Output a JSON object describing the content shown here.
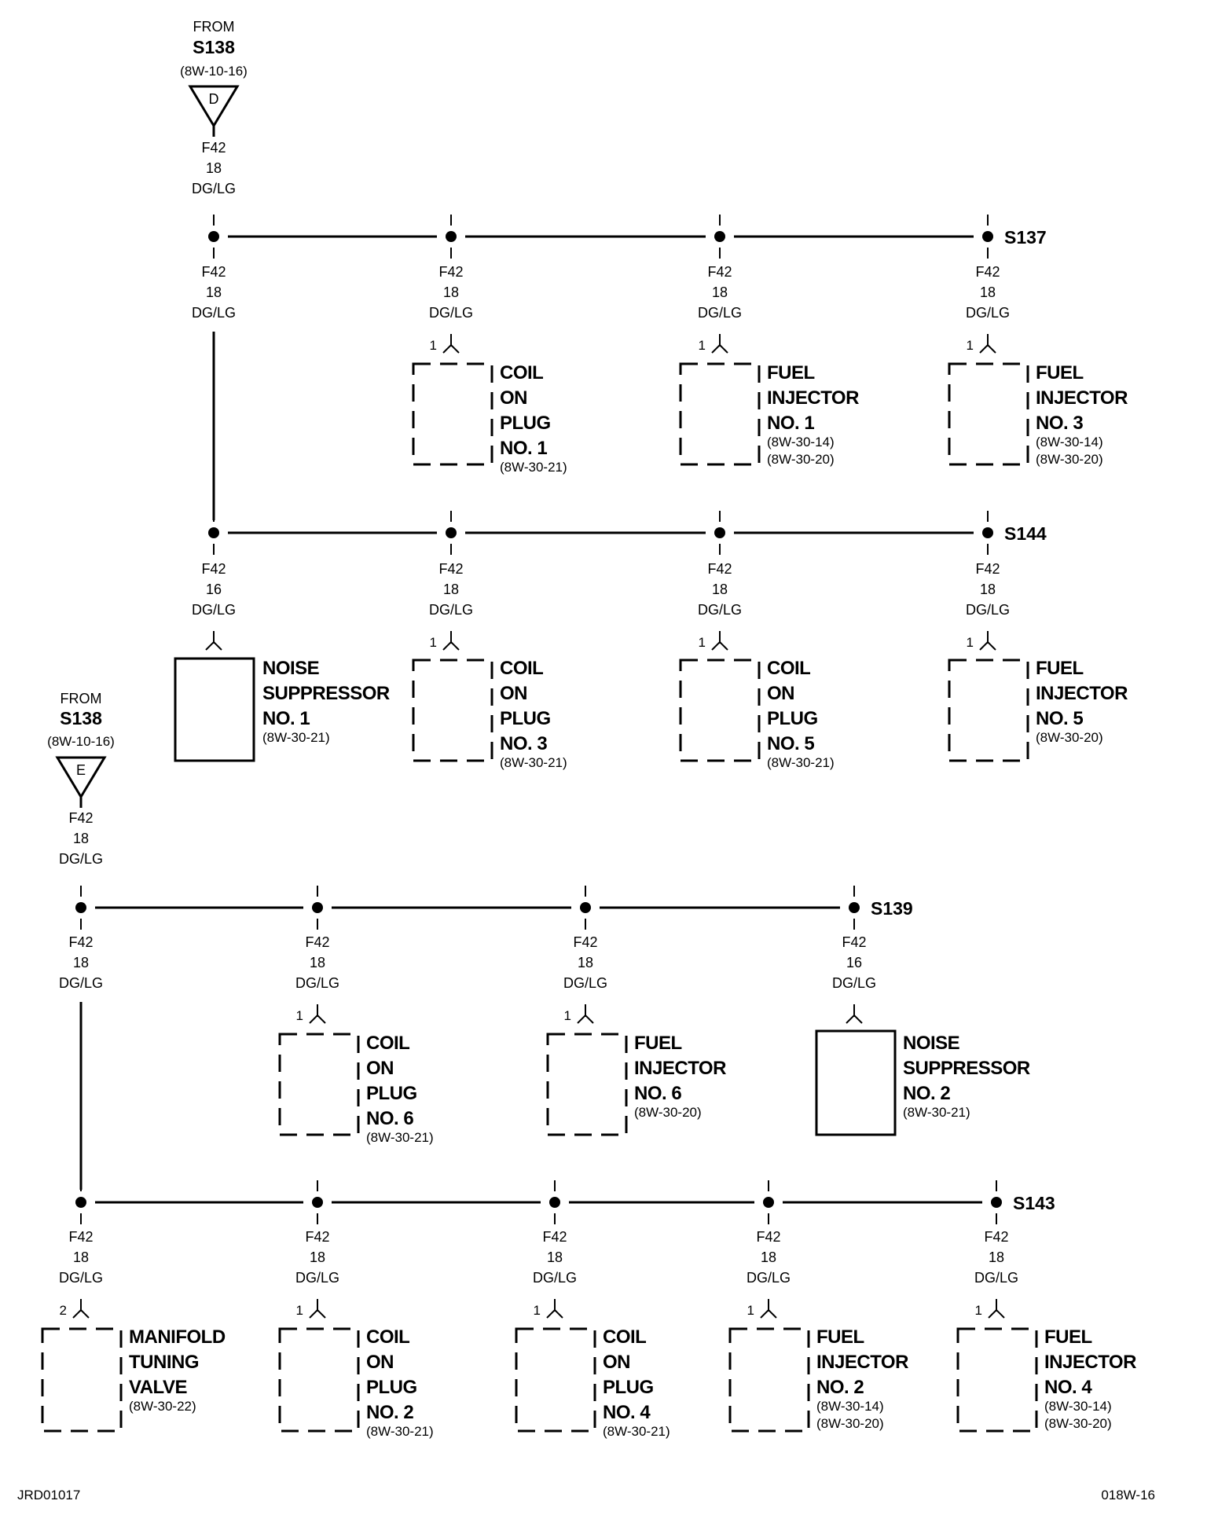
{
  "sources": [
    {
      "from": "FROM",
      "id": "S138",
      "ref": "(8W-10-16)",
      "letter": "D"
    },
    {
      "from": "FROM",
      "id": "S138",
      "ref": "(8W-10-16)",
      "letter": "E"
    }
  ],
  "splices": [
    {
      "id": "S137"
    },
    {
      "id": "S144"
    },
    {
      "id": "S139"
    },
    {
      "id": "S143"
    }
  ],
  "wires": [
    {
      "circuit": "F42",
      "gauge": "18",
      "color": "DG/LG"
    },
    {
      "circuit": "F42",
      "gauge": "18",
      "color": "DG/LG"
    },
    {
      "circuit": "F42",
      "gauge": "18",
      "color": "DG/LG"
    },
    {
      "circuit": "F42",
      "gauge": "18",
      "color": "DG/LG"
    },
    {
      "circuit": "F42",
      "gauge": "18",
      "color": "DG/LG"
    },
    {
      "circuit": "F42",
      "gauge": "16",
      "color": "DG/LG"
    },
    {
      "circuit": "F42",
      "gauge": "18",
      "color": "DG/LG"
    },
    {
      "circuit": "F42",
      "gauge": "18",
      "color": "DG/LG"
    },
    {
      "circuit": "F42",
      "gauge": "18",
      "color": "DG/LG"
    },
    {
      "circuit": "F42",
      "gauge": "18",
      "color": "DG/LG"
    },
    {
      "circuit": "F42",
      "gauge": "18",
      "color": "DG/LG"
    },
    {
      "circuit": "F42",
      "gauge": "18",
      "color": "DG/LG"
    },
    {
      "circuit": "F42",
      "gauge": "18",
      "color": "DG/LG"
    },
    {
      "circuit": "F42",
      "gauge": "16",
      "color": "DG/LG"
    },
    {
      "circuit": "F42",
      "gauge": "18",
      "color": "DG/LG"
    },
    {
      "circuit": "F42",
      "gauge": "18",
      "color": "DG/LG"
    },
    {
      "circuit": "F42",
      "gauge": "18",
      "color": "DG/LG"
    },
    {
      "circuit": "F42",
      "gauge": "18",
      "color": "DG/LG"
    },
    {
      "circuit": "F42",
      "gauge": "18",
      "color": "DG/LG"
    }
  ],
  "components": [
    {
      "pin": "1",
      "lines": [
        "COIL",
        "ON",
        "PLUG",
        "NO. 1"
      ],
      "refs": [
        "(8W-30-21)"
      ]
    },
    {
      "pin": "1",
      "lines": [
        "FUEL",
        "INJECTOR",
        "NO. 1"
      ],
      "refs": [
        "(8W-30-14)",
        "(8W-30-20)"
      ]
    },
    {
      "pin": "1",
      "lines": [
        "FUEL",
        "INJECTOR",
        "NO. 3"
      ],
      "refs": [
        "(8W-30-14)",
        "(8W-30-20)"
      ]
    },
    {
      "pin": "",
      "lines": [
        "NOISE",
        "SUPPRESSOR",
        "NO. 1"
      ],
      "refs": [
        "(8W-30-21)"
      ]
    },
    {
      "pin": "1",
      "lines": [
        "COIL",
        "ON",
        "PLUG",
        "NO. 3"
      ],
      "refs": [
        "(8W-30-21)"
      ]
    },
    {
      "pin": "1",
      "lines": [
        "COIL",
        "ON",
        "PLUG",
        "NO. 5"
      ],
      "refs": [
        "(8W-30-21)"
      ]
    },
    {
      "pin": "1",
      "lines": [
        "FUEL",
        "INJECTOR",
        "NO. 5"
      ],
      "refs": [
        "(8W-30-20)"
      ]
    },
    {
      "pin": "1",
      "lines": [
        "COIL",
        "ON",
        "PLUG",
        "NO. 6"
      ],
      "refs": [
        "(8W-30-21)"
      ]
    },
    {
      "pin": "1",
      "lines": [
        "FUEL",
        "INJECTOR",
        "NO. 6"
      ],
      "refs": [
        "(8W-30-20)"
      ]
    },
    {
      "pin": "",
      "lines": [
        "NOISE",
        "SUPPRESSOR",
        "NO. 2"
      ],
      "refs": [
        "(8W-30-21)"
      ]
    },
    {
      "pin": "2",
      "lines": [
        "MANIFOLD",
        "TUNING",
        "VALVE"
      ],
      "refs": [
        "(8W-30-22)"
      ]
    },
    {
      "pin": "1",
      "lines": [
        "COIL",
        "ON",
        "PLUG",
        "NO. 2"
      ],
      "refs": [
        "(8W-30-21)"
      ]
    },
    {
      "pin": "1",
      "lines": [
        "COIL",
        "ON",
        "PLUG",
        "NO. 4"
      ],
      "refs": [
        "(8W-30-21)"
      ]
    },
    {
      "pin": "1",
      "lines": [
        "FUEL",
        "INJECTOR",
        "NO. 2"
      ],
      "refs": [
        "(8W-30-14)",
        "(8W-30-20)"
      ]
    },
    {
      "pin": "1",
      "lines": [
        "FUEL",
        "INJECTOR",
        "NO. 4"
      ],
      "refs": [
        "(8W-30-14)",
        "(8W-30-20)"
      ]
    }
  ],
  "footer": {
    "left": "JRD01017",
    "right": "018W-16"
  }
}
